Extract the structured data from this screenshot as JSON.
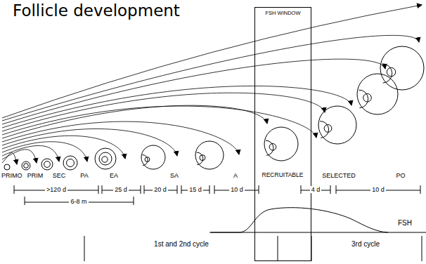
{
  "diagram": {
    "title": "Follicle development",
    "nodes": [
      {
        "text": [
          "FSH WINDOW"
        ]
      }
    ],
    "labels": [
      "PRIMO",
      "PRIM",
      "SEC",
      "PA",
      "EA",
      "SA",
      "A",
      "RECRUITABLE",
      "SELECTED",
      "PO",
      ">120 d",
      "25 d",
      "20 d",
      "15 d",
      "10 d",
      "4 d",
      "10 d",
      "6-8 m",
      "FSH",
      "1st and 2nd cycle",
      "3rd cycle"
    ]
  }
}
